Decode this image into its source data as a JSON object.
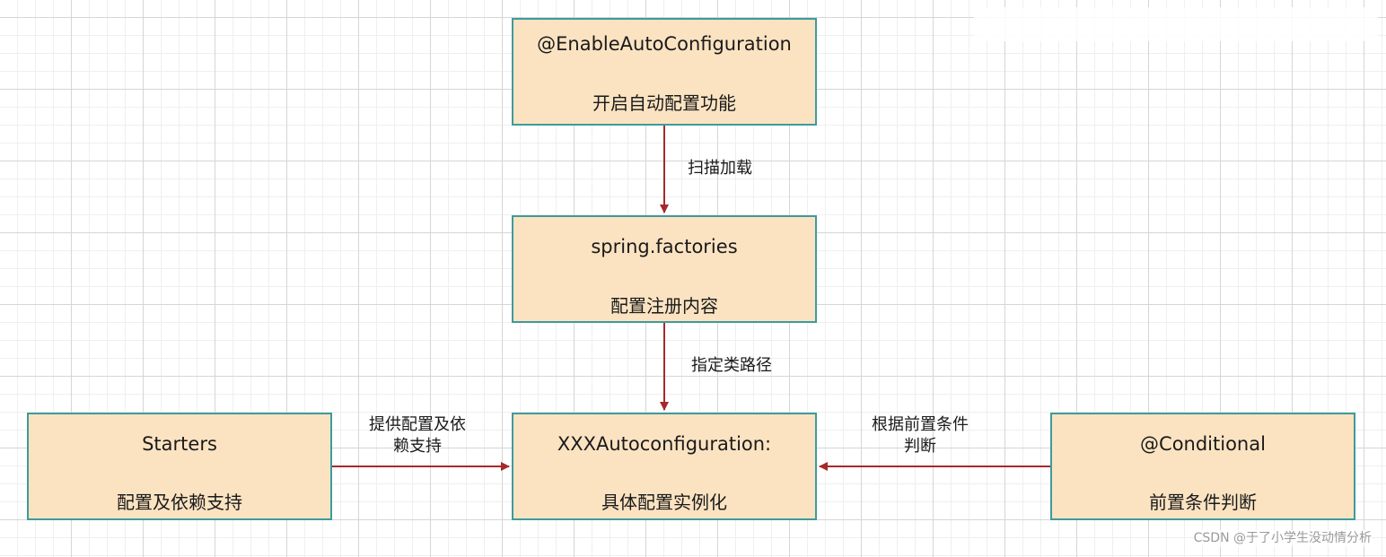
{
  "nodes": {
    "enable": {
      "title": "@EnableAutoConfiguration",
      "subtitle": "开启自动配置功能"
    },
    "factories": {
      "title": "spring.factories",
      "subtitle": "配置注册内容"
    },
    "autoconfig": {
      "title": "XXXAutoconfiguration:",
      "subtitle": "具体配置实例化"
    },
    "starters": {
      "title": "Starters",
      "subtitle": "配置及依赖支持"
    },
    "conditional": {
      "title": "@Conditional",
      "subtitle": "前置条件判断"
    }
  },
  "edges": {
    "scan_load": "扫描加载",
    "class_path": "指定类路径",
    "starters_line1": "提供配置及依",
    "starters_line2": "赖支持",
    "conditional_line1": "根据前置条件",
    "conditional_line2": "判断"
  },
  "colors": {
    "node_fill": "#fbe3c2",
    "node_border": "#3d9b9b",
    "arrow": "#a52a2a"
  },
  "watermark": "CSDN @于了小学生没动情分析"
}
